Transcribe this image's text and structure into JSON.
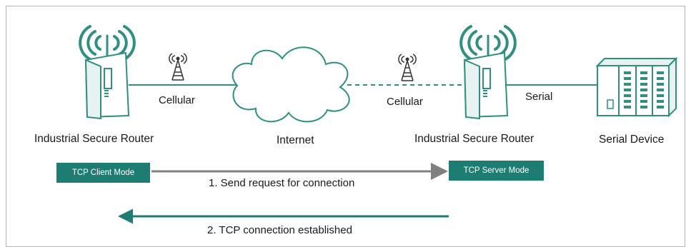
{
  "left_router": {
    "label": "Industrial Secure Router",
    "mode": "TCP Client Mode",
    "link_label": "Cellular"
  },
  "network": {
    "label": "Internet"
  },
  "right_router": {
    "label": "Industrial Secure Router",
    "mode": "TCP Server Mode",
    "link_label": "Cellular"
  },
  "serial_link": {
    "label": "Serial"
  },
  "serial_device": {
    "label": "Serial Device"
  },
  "steps": [
    {
      "text": "1. Send request for connection",
      "direction": "client-to-server",
      "color": "#7f7f7f"
    },
    {
      "text": "2. TCP connection established",
      "direction": "server-to-client",
      "color": "#1d7d73"
    }
  ],
  "colors": {
    "accent": "#1d7d73",
    "icon_green": "#2f8f80",
    "frame": "#b4b4b4",
    "request_arrow": "#7f7f7f"
  },
  "icons": [
    "wireless-signal-icon",
    "router-icon",
    "cell-tower-icon",
    "cloud-icon",
    "serial-device-icon"
  ]
}
